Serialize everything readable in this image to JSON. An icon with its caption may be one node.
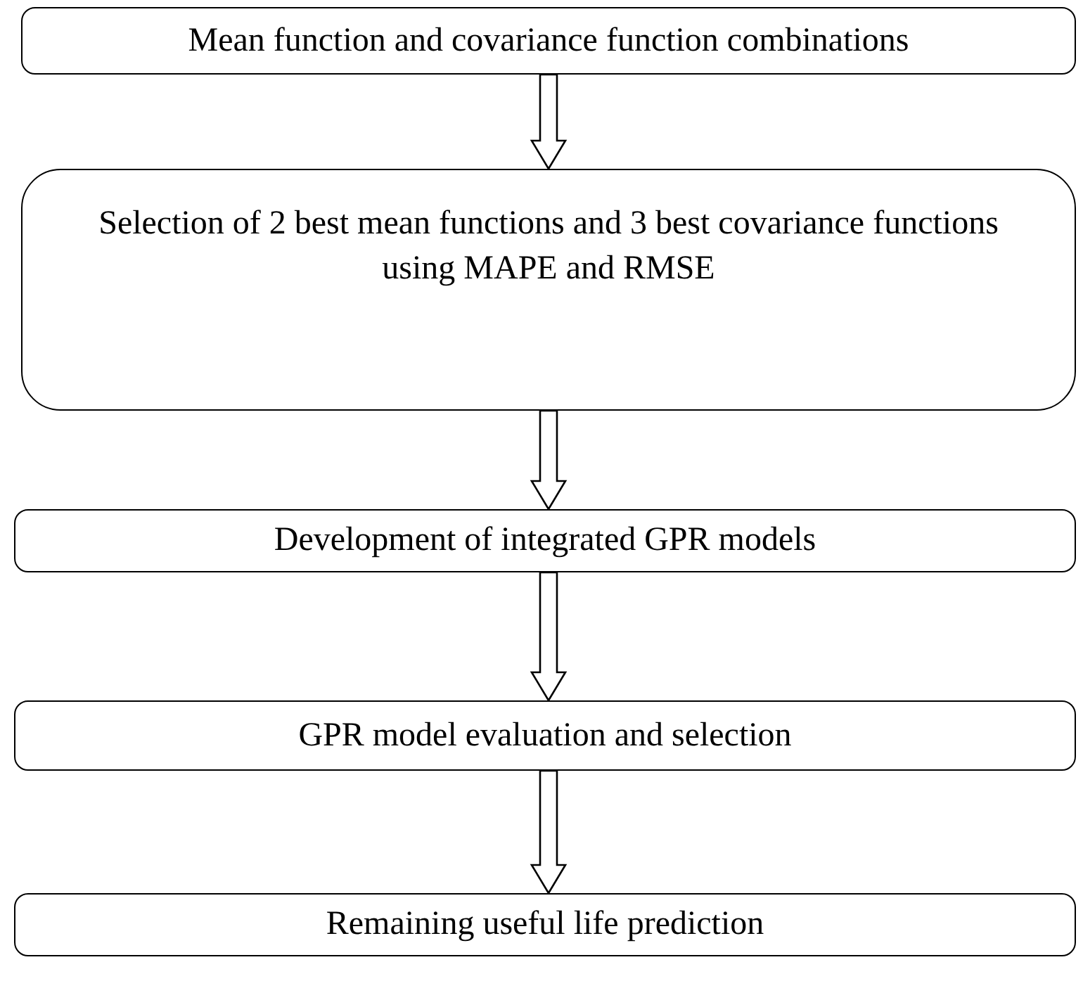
{
  "diagram": {
    "nodes": [
      {
        "text": [
          "Mean function and covariance function combinations"
        ]
      },
      {
        "text": [
          "Selection of 2 best mean functions and 3 best covariance functions using MAPE and RMSE"
        ]
      },
      {
        "text": [
          "Development of integrated GPR models"
        ]
      },
      {
        "text": [
          "GPR model evaluation and selection"
        ]
      },
      {
        "text": [
          "Remaining useful life prediction"
        ]
      }
    ],
    "edges": [
      {
        "from": 0,
        "to": 1,
        "arrow": "to"
      },
      {
        "from": 1,
        "to": 2,
        "arrow": "to"
      },
      {
        "from": 2,
        "to": 3,
        "arrow": "to"
      },
      {
        "from": 3,
        "to": 4,
        "arrow": "to"
      }
    ]
  }
}
